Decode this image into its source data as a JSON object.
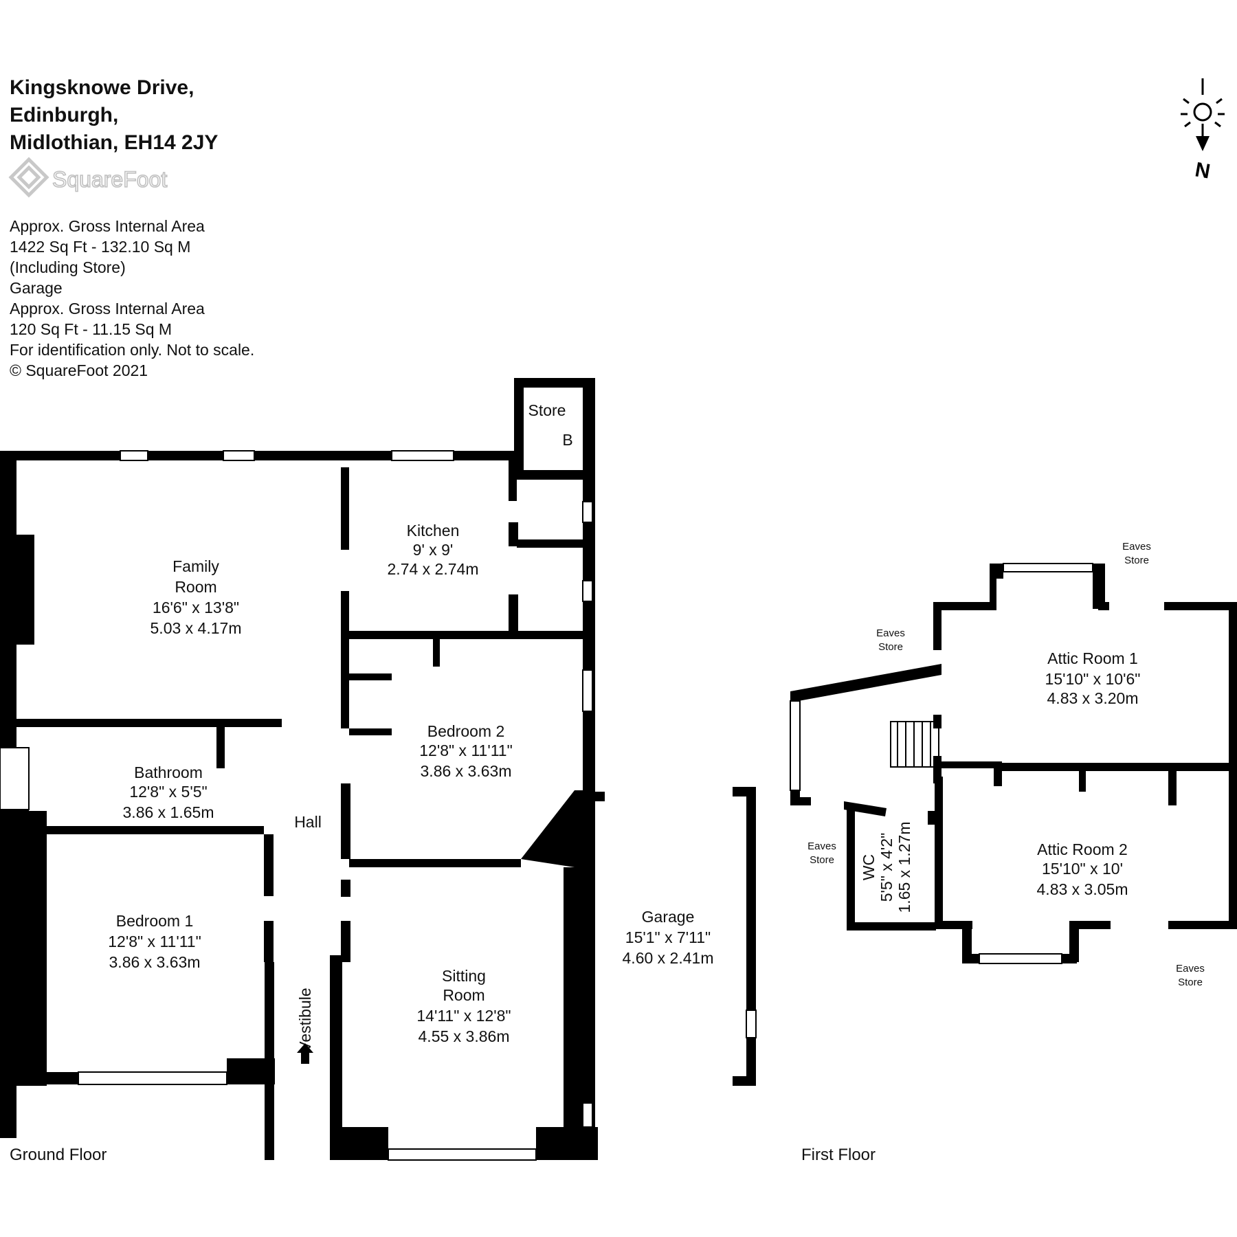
{
  "address": [
    "Kingsknowe Drive,",
    "Edinburgh,",
    "Midlothian, EH14 2JY"
  ],
  "logo_text": "SquareFoot",
  "area_info": [
    "Approx. Gross Internal Area",
    "1422 Sq Ft  -  132.10 Sq M",
    "(Including Store)",
    "Garage",
    "Approx. Gross Internal Area",
    "120 Sq Ft  -  11.15 Sq M",
    "For identification only. Not to scale.",
    "© SquareFoot 2021"
  ],
  "compass_label": "N",
  "floors": {
    "ground": "Ground Floor",
    "first": "First Floor"
  },
  "rooms": {
    "store": "Store",
    "boiler": "B",
    "kitchen": [
      "Kitchen",
      "9' x 9'",
      "2.74 x 2.74m"
    ],
    "family_room": [
      "Family",
      "Room",
      "16'6\" x 13'8\"",
      "5.03 x 4.17m"
    ],
    "bedroom2": [
      "Bedroom 2",
      "12'8\" x 11'11\"",
      "3.86 x 3.63m"
    ],
    "bathroom": [
      "Bathroom",
      "12'8\" x 5'5\"",
      "3.86 x 1.65m"
    ],
    "hall": "Hall",
    "bedroom1": [
      "Bedroom 1",
      "12'8\" x 11'11\"",
      "3.86 x 3.63m"
    ],
    "vestibule": "Vestibule",
    "sitting_room": [
      "Sitting",
      "Room",
      "14'11\" x 12'8\"",
      "4.55 x 3.86m"
    ],
    "garage": [
      "Garage",
      "15'1\" x 7'11\"",
      "4.60 x 2.41m"
    ],
    "attic1": [
      "Attic Room 1",
      "15'10\" x 10'6\"",
      "4.83 x 3.20m"
    ],
    "attic2": [
      "Attic Room 2",
      "15'10\" x 10'",
      "4.83 x 3.05m"
    ],
    "wc": [
      "WC",
      "5'5\" x 4'2\"",
      "1.65 x 1.27m"
    ],
    "eaves": [
      "Eaves",
      "Store"
    ]
  },
  "colors": {
    "wall": "#000000",
    "logo": "#c8c8c8",
    "fixture": "#9a9a9a"
  }
}
